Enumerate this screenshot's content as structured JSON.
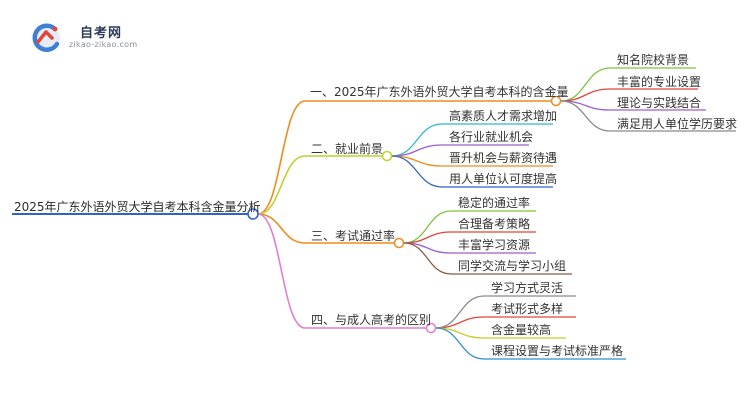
{
  "logo": {
    "title": "自考网",
    "subtitle": "zikao-zikao.com",
    "colors": {
      "blue": "#3f7fd6",
      "red": "#e0463a",
      "text": "#2e3a59"
    }
  },
  "root": {
    "label": "2025年广东外语外贸大学自考本科含金量分析",
    "line_color": "#2f63c6"
  },
  "branches": [
    {
      "label": "一、2025年广东外语外贸大学自考本科的含金量",
      "color": "#f08c1f",
      "children": [
        {
          "label": "知名院校背景",
          "color": "#7fc241"
        },
        {
          "label": "丰富的专业设置",
          "color": "#e0463a"
        },
        {
          "label": "理论与实践结合",
          "color": "#9a5fc9"
        },
        {
          "label": "满足用人单位学历要求",
          "color": "#8a8a8a"
        }
      ]
    },
    {
      "label": "二、就业前景",
      "color": "#c2cf2e",
      "children": [
        {
          "label": "高素质人才需求增加",
          "color": "#2fb7c9"
        },
        {
          "label": "各行业就业机会",
          "color": "#9a5fc9"
        },
        {
          "label": "晋升机会与薪资待遇",
          "color": "#f08c1f"
        },
        {
          "label": "用人单位认可度提高",
          "color": "#2f63c6"
        }
      ]
    },
    {
      "label": "三、考试通过率",
      "color": "#f08c1f",
      "children": [
        {
          "label": "稳定的通过率",
          "color": "#7fc241"
        },
        {
          "label": "合理备考策略",
          "color": "#e0463a"
        },
        {
          "label": "丰富学习资源",
          "color": "#9a5fc9"
        },
        {
          "label": "同学交流与学习小组",
          "color": "#8a5a44"
        }
      ]
    },
    {
      "label": "四、与成人高考的区别",
      "color": "#e27fd1",
      "children": [
        {
          "label": "学习方式灵活",
          "color": "#8a8a8a"
        },
        {
          "label": "考试形式多样",
          "color": "#e0463a"
        },
        {
          "label": "含金量较高",
          "color": "#c2cf2e"
        },
        {
          "label": "课程设置与考试标准严格",
          "color": "#2f8fc9"
        }
      ]
    }
  ]
}
